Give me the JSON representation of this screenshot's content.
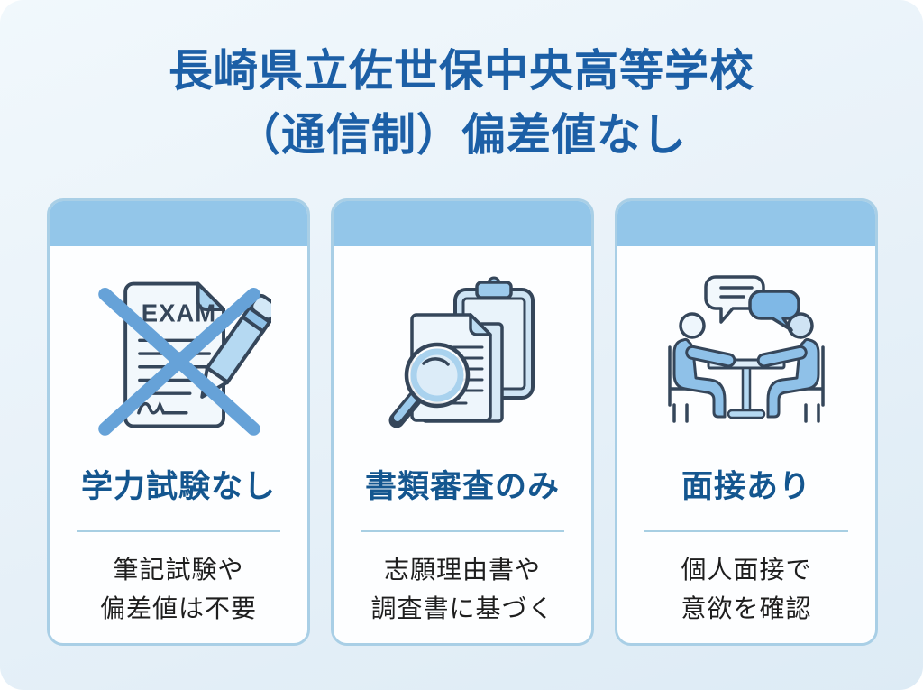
{
  "title": {
    "line1": "長崎県立佐世保中央高等学校",
    "line2": "（通信制）偏差値なし"
  },
  "cards": [
    {
      "icon": "no-exam-icon",
      "heading": "学力試験なし",
      "desc_line1": "筆記試験や",
      "desc_line2": "偏差値は不要",
      "icon_exam_label": "EXAM"
    },
    {
      "icon": "document-review-icon",
      "heading": "書類審査のみ",
      "desc_line1": "志願理由書や",
      "desc_line2": "調査書に基づく"
    },
    {
      "icon": "interview-icon",
      "heading": "面接あり",
      "desc_line1": "個人面接で",
      "desc_line2": "意欲を確認"
    }
  ],
  "colors": {
    "panel_background": "#e9f2f9",
    "title_text": "#1c5fa6",
    "card_border": "#a9cfe6",
    "card_header_strip": "#93c6e9",
    "card_heading_text": "#14568f",
    "divider": "#a8cfe3",
    "body_text": "#1e1e1e",
    "icon_outline": "#35465a",
    "icon_fill_light": "#eef6fc",
    "icon_fill_blue": "#8fc1e8",
    "cross_mark": "#66a2d8"
  }
}
